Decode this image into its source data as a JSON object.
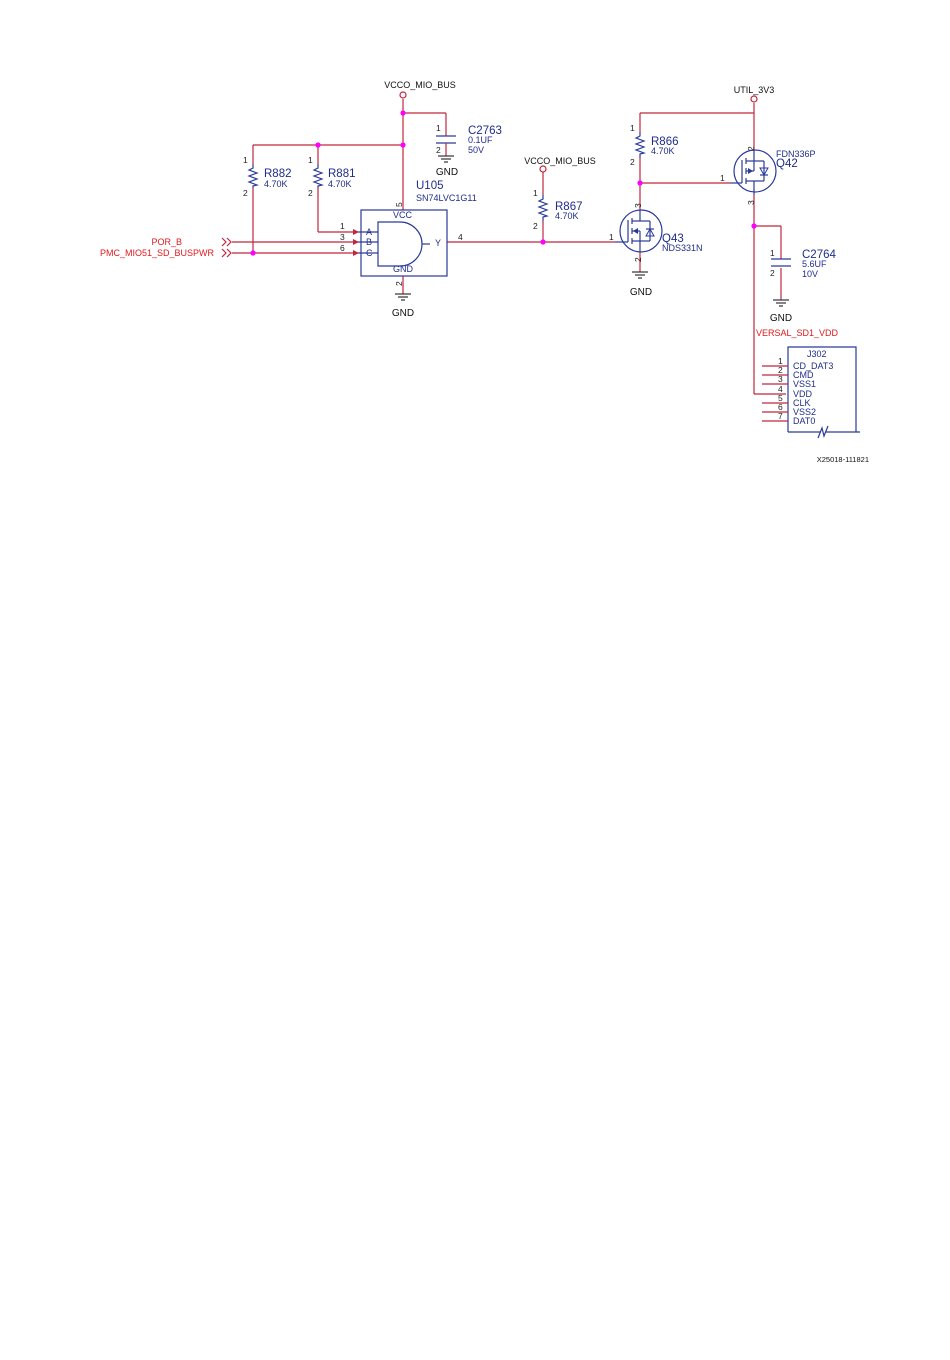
{
  "nets": {
    "vcco_left": "VCCO_MIO_BUS",
    "vcco_mid": "VCCO_MIO_BUS",
    "util": "UTIL_3V3",
    "gnd_c2763": "GND",
    "gnd_u105": "GND",
    "gnd_q43": "GND",
    "gnd_c2764": "GND",
    "por": "POR_B",
    "pmc": "PMC_MIO51_SD_BUSPWR",
    "versal": "VERSAL_SD1_VDD"
  },
  "components": {
    "r882": {
      "ref": "R882",
      "value": "4.70K",
      "pin1": "1",
      "pin2": "2"
    },
    "r881": {
      "ref": "R881",
      "value": "4.70K",
      "pin1": "1",
      "pin2": "2"
    },
    "r867": {
      "ref": "R867",
      "value": "4.70K",
      "pin1": "1",
      "pin2": "2"
    },
    "r866": {
      "ref": "R866",
      "value": "4.70K",
      "pin1": "1",
      "pin2": "2"
    },
    "c2763": {
      "ref": "C2763",
      "value": "0.1UF",
      "rating": "50V",
      "pin1": "1",
      "pin2": "2"
    },
    "c2764": {
      "ref": "C2764",
      "value": "5.6UF",
      "rating": "10V",
      "pin1": "1",
      "pin2": "2"
    },
    "u105": {
      "ref": "U105",
      "part": "SN74LVC1G11",
      "vcc": "VCC",
      "gnd": "GND",
      "in_a": "A",
      "in_b": "B",
      "in_c": "C",
      "out_y": "Y",
      "pin_a": "1",
      "pin_b": "3",
      "pin_c": "6",
      "pin_y": "4",
      "pin_vcc": "5",
      "pin_gnd": "2"
    },
    "q43": {
      "ref": "Q43",
      "part": "NDS331N",
      "gate": "1",
      "source": "2",
      "drain": "3"
    },
    "q42": {
      "ref": "Q42",
      "part": "FDN336P",
      "gate": "1",
      "source": "2",
      "drain": "3"
    },
    "j302": {
      "ref": "J302",
      "pins": [
        {
          "num": "1",
          "name": "CD_DAT3"
        },
        {
          "num": "2",
          "name": "CMD"
        },
        {
          "num": "3",
          "name": "VSS1"
        },
        {
          "num": "4",
          "name": "VDD"
        },
        {
          "num": "5",
          "name": "CLK"
        },
        {
          "num": "6",
          "name": "VSS2"
        },
        {
          "num": "7",
          "name": "DAT0"
        }
      ]
    }
  },
  "figure_id": "X25018-111821"
}
